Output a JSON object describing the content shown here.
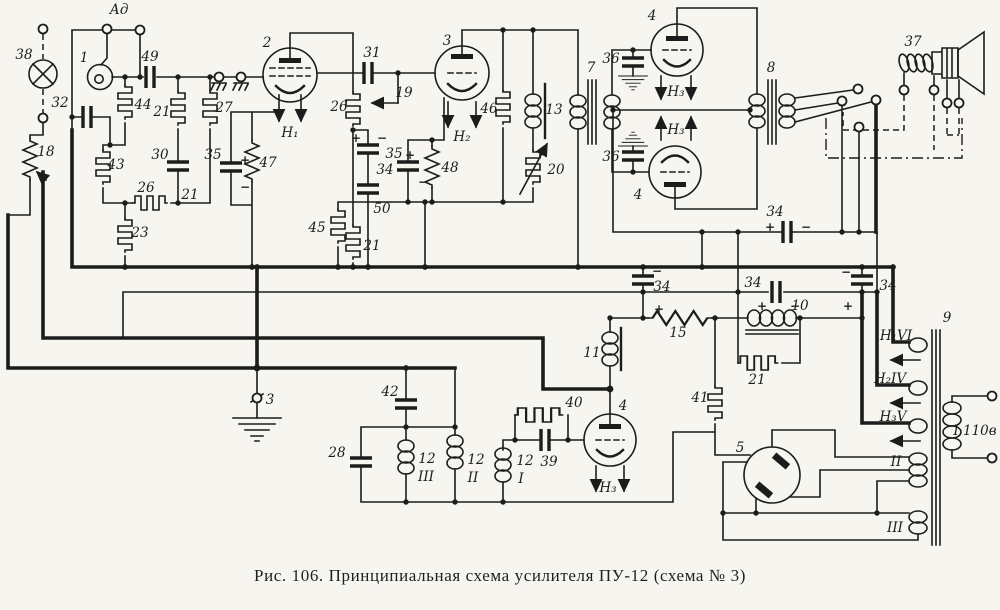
{
  "figure": {
    "caption": "Рис. 106. Принципиальная схема усилителя ПУ-12 (схема № 3)"
  },
  "colors": {
    "ink": "#1c1c1c",
    "paper": "#f6f5f0"
  },
  "parts": {
    "n1": "1",
    "n2": "2",
    "n3": "3",
    "n4": "4",
    "n5": "5",
    "n7": "7",
    "n8": "8",
    "n9": "9",
    "n10": "10",
    "n11": "11",
    "n12": "12",
    "n13": "13",
    "n15": "15",
    "n18": "18",
    "n19": "19",
    "n20": "20",
    "n21": "21",
    "n23": "23",
    "n26": "26",
    "n27": "27",
    "n28": "28",
    "n30": "30",
    "n31": "31",
    "n32": "32",
    "n34": "34",
    "n35": "35",
    "n36": "36",
    "n37": "37",
    "n38": "38",
    "n39": "39",
    "n40": "40",
    "n41": "41",
    "n42": "42",
    "n43": "43",
    "n44": "44",
    "n45": "45",
    "n46": "46",
    "n47": "47",
    "n48": "48",
    "n49": "49",
    "n50": "50"
  },
  "annotations": {
    "ad": "Ад",
    "h1": "Н₁",
    "h2": "Н₂",
    "h3": "Н₃",
    "h1w": "Н₁VI",
    "h2w": "Н₂IV",
    "h3w": "Н₃V",
    "w110": "I 110в",
    "wI": "I",
    "wII": "II",
    "wIII": "III",
    "plus": "+",
    "minus": "−"
  }
}
